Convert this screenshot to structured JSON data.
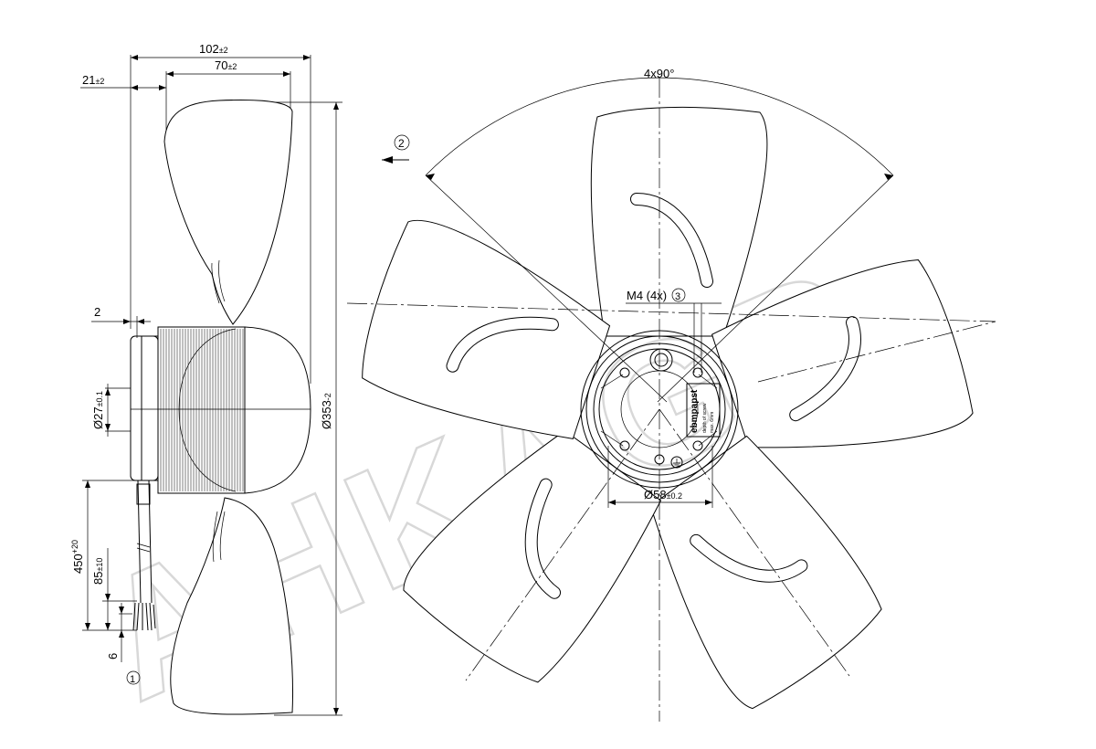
{
  "dimensions": {
    "overall_depth": "102",
    "overall_depth_tol": "±2",
    "blade_depth": "70",
    "blade_depth_tol": "±2",
    "front_offset": "21",
    "front_offset_tol": "±2",
    "flange_gap": "2",
    "shaft_dia": "Ø27",
    "shaft_dia_tol": "±0.1",
    "fan_dia": "Ø353",
    "fan_dia_tol": "-2",
    "cable_length": "450",
    "cable_length_tol": "+20",
    "strip_length": "85",
    "strip_length_tol": "±10",
    "wire_end": "6",
    "blade_angle": "4x90°",
    "thread": "M4 (4x)",
    "hub_dia": "Ø58",
    "hub_dia_tol": "±0.2"
  },
  "callouts": {
    "cable": "1",
    "airflow": "2",
    "thread": "3"
  },
  "label_plate": {
    "brand": "ebmpapst",
    "line1": "depth of screw",
    "line2": "max. 6mm"
  },
  "watermark": "AHKAGR",
  "colors": {
    "line": "#000000",
    "watermark": "#d8d8d8"
  }
}
